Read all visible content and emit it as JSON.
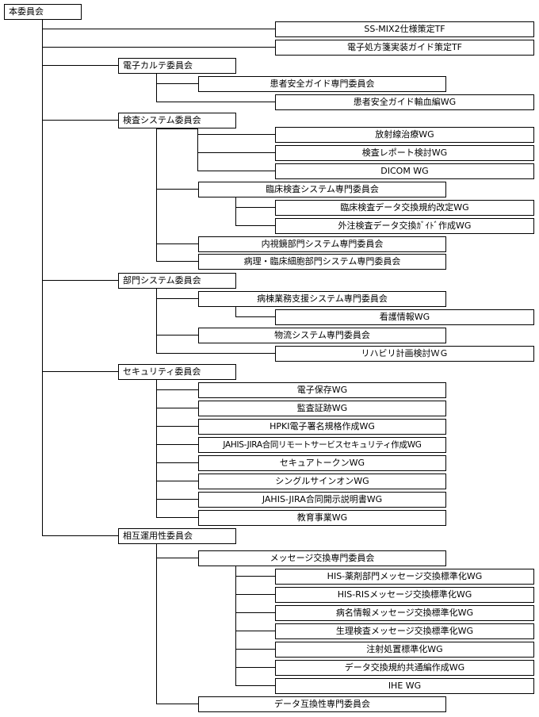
{
  "org_chart": {
    "root": "本委員会",
    "task_forces": [
      "SS-MIX2仕様策定TF",
      "電子処方箋実装ガイド策定TF"
    ],
    "committees": [
      {
        "name": "電子カルテ委員会",
        "children": [
          {
            "name": "患者安全ガイド専門委員会"
          },
          {
            "name": "患者安全ガイド輸血編WG"
          }
        ]
      },
      {
        "name": "検査システム委員会",
        "children": [
          {
            "name": "放射線治療WG"
          },
          {
            "name": "検査レポート検討WG"
          },
          {
            "name": "DICOM WG"
          },
          {
            "name": "臨床検査システム専門委員会",
            "children": [
              "臨床検査データ交換規約改定WG",
              "外注検査データ交換ｶﾞｲﾄﾞ作成WG"
            ]
          },
          {
            "name": "内視鏡部門システム専門委員会"
          },
          {
            "name": "病理・臨床細胞部門システム専門委員会"
          }
        ]
      },
      {
        "name": "部門システム委員会",
        "children": [
          {
            "name": "病棟業務支援システム専門委員会",
            "children": [
              "看護情報WG"
            ]
          },
          {
            "name": "物流システム専門委員会"
          },
          {
            "name": "リハビリ計画検討ＷＧ"
          }
        ]
      },
      {
        "name": "セキュリティ委員会",
        "children": [
          {
            "name": "電子保存WG"
          },
          {
            "name": "監査証跡WG"
          },
          {
            "name": "HPKI電子署名規格作成WG"
          },
          {
            "name": "JAHIS-JIRA合同リモートサービスセキュリティ作成WG"
          },
          {
            "name": "セキュアトークンWG"
          },
          {
            "name": "シングルサインオンWG"
          },
          {
            "name": "JAHIS-JIRA合同開示説明書WG"
          },
          {
            "name": "教育事業WG"
          }
        ]
      },
      {
        "name": "相互運用性委員会",
        "children": [
          {
            "name": "メッセージ交換専門委員会",
            "children": [
              "HIS-薬剤部門メッセージ交換標準化WG",
              "HIS-RISメッセージ交換標準化WG",
              "病名情報メッセージ交換標準化WG",
              "生理検査メッセージ交換標準化WG",
              "注射処置標準化WG",
              "データ交換規約共通編作成WG",
              "IHE WG"
            ]
          },
          {
            "name": "データ互換性専門委員会"
          }
        ]
      }
    ]
  }
}
